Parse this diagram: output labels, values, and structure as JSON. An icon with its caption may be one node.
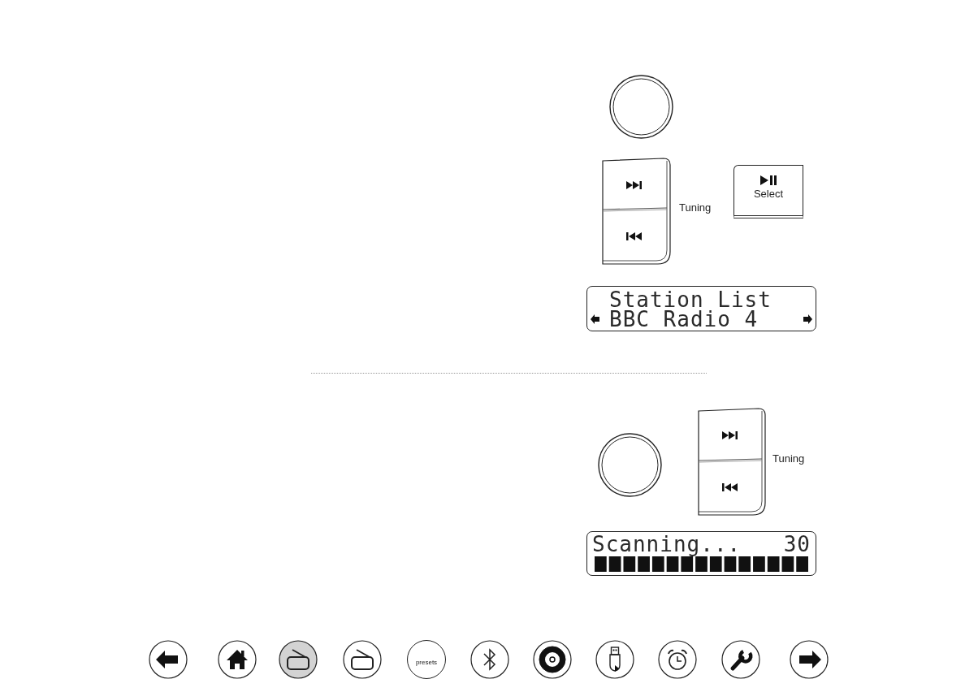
{
  "diagram": {
    "nodes": [
      {
        "text": [],
        "shape": "circle"
      },
      {
        "text": [],
        "shape": "box",
        "beside": [
          "Tuning"
        ]
      },
      {
        "text": [
          "Select"
        ]
      },
      {
        "text": [
          "Station List",
          "BBC Radio 4"
        ]
      },
      {
        "text": [],
        "shape": "circle"
      },
      {
        "text": [],
        "shape": "box",
        "beside": [
          "Tuning"
        ]
      },
      {
        "text": [
          "Scanning...",
          "30"
        ]
      }
    ],
    "labels": [
      "presets"
    ]
  }
}
